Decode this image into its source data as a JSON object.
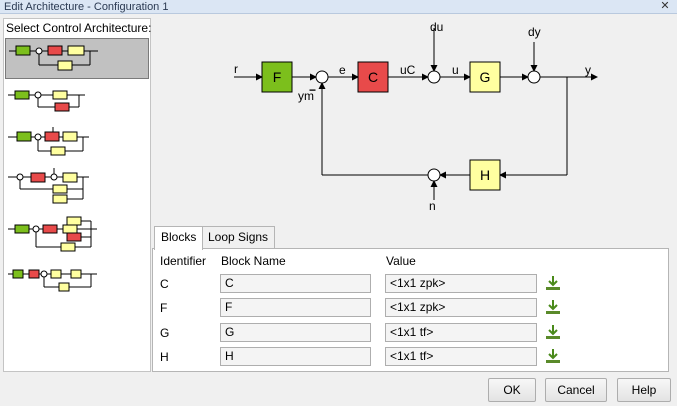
{
  "window": {
    "title": "Edit Architecture - Configuration 1",
    "close_glyph": "✕"
  },
  "left_panel": {
    "title": "Select Control Architecture:"
  },
  "diagram": {
    "signals": {
      "r": "r",
      "e": "e",
      "uC": "uC",
      "u": "u",
      "y": "y",
      "du": "du",
      "dy": "dy",
      "ym": "ym",
      "n": "n",
      "minus": "−"
    },
    "blocks": {
      "F": "F",
      "C": "C",
      "G": "G",
      "H": "H"
    },
    "colors": {
      "F": "#7cbf1c",
      "C": "#e84a4a",
      "G": "#ffffa0",
      "H": "#ffffa0"
    }
  },
  "tabs": [
    {
      "label": "Blocks"
    },
    {
      "label": "Loop Signs"
    }
  ],
  "blocks_table": {
    "headers": {
      "identifier": "Identifier",
      "name": "Block Name",
      "value": "Value"
    },
    "rows": [
      {
        "id": "C",
        "name": "C",
        "value": "<1x1 zpk>"
      },
      {
        "id": "F",
        "name": "F",
        "value": "<1x1 zpk>"
      },
      {
        "id": "G",
        "name": "G",
        "value": "<1x1 tf>"
      },
      {
        "id": "H",
        "name": "H",
        "value": "<1x1 tf>"
      }
    ]
  },
  "buttons": {
    "ok": "OK",
    "cancel": "Cancel",
    "help": "Help"
  }
}
